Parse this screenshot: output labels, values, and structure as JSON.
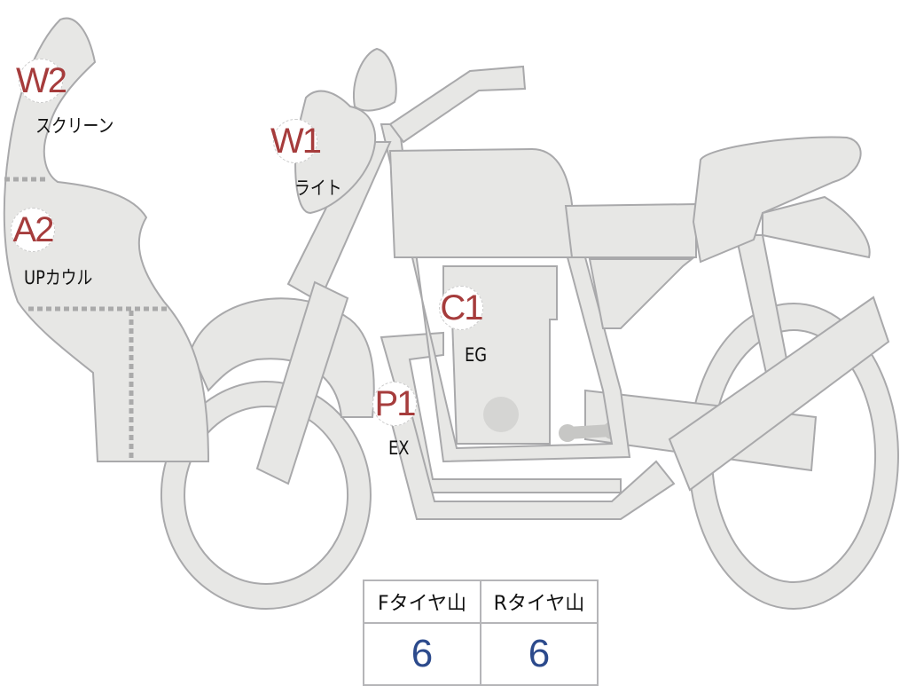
{
  "colors": {
    "part_fill": "#e7e7e5",
    "part_stroke": "#a9a9ab",
    "marker_text": "#a63c3c",
    "value_text": "#2c4a8c"
  },
  "markers": [
    {
      "code": "W2",
      "label": "スクリーン"
    },
    {
      "code": "A2",
      "label": "UPカウル"
    },
    {
      "code": "W1",
      "label": "ライト"
    },
    {
      "code": "C1",
      "label": "EG"
    },
    {
      "code": "P1",
      "label": "EX"
    }
  ],
  "tread_table": {
    "headers": [
      "Fタイヤ山",
      "Rタイヤ山"
    ],
    "values": [
      "6",
      "6"
    ]
  }
}
